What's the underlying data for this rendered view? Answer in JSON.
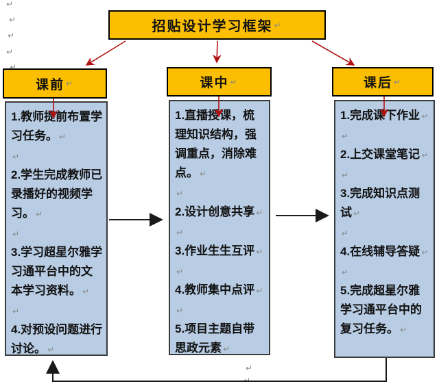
{
  "pilcrow": "↵",
  "colors": {
    "box_yellow": "#FBBE00",
    "box_blue": "#B8CCE4",
    "arrow_red": "#B01212",
    "arrow_black": "#1a1a1a",
    "box_border_black": "#000000",
    "blue_box_border": "#3a3a3a",
    "paragraph_mark_gray": "#8a8a8a"
  },
  "title": "招贴设计学习框架",
  "columns": [
    {
      "header": "课前",
      "items": [
        "1.教师提前布置学习任务。",
        "2.学生完成教师已录播好的视频学习。",
        "3.学习超星尔雅学习通平台中的文本学习资料。",
        "4.对预设问题进行讨论。"
      ]
    },
    {
      "header": "课中",
      "items": [
        "1.直播授课，梳理知识结构，强调重点，消除难点。",
        "2.设计创意共享",
        "3.作业生生互评",
        "4.教师集中点评",
        "5.项目主题自带思政元素"
      ]
    },
    {
      "header": "课后",
      "items": [
        "1.完成课下作业",
        "2.上交课堂笔记",
        "3.完成知识点测试",
        "4.在线辅导答疑",
        "5.完成超星尔雅学习通平台中的复习任务。"
      ]
    }
  ]
}
